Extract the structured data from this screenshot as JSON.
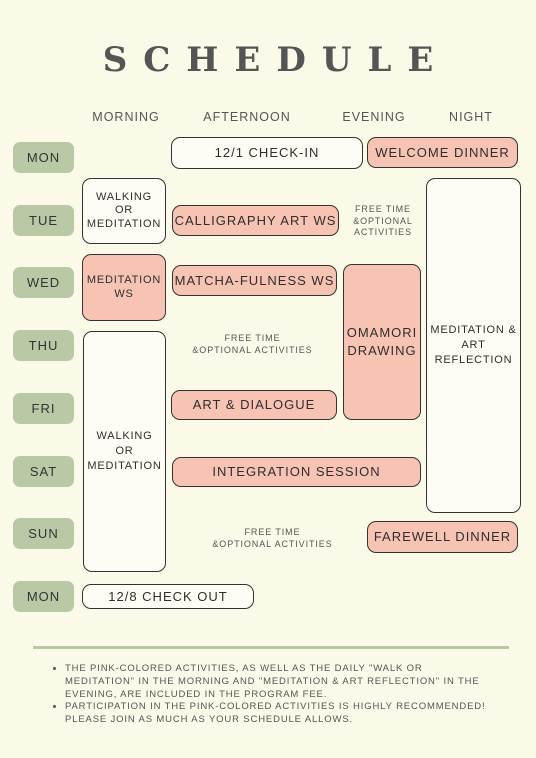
{
  "title": "SCHEDULE",
  "columns": [
    "MORNING",
    "AFTERNOON",
    "EVENING",
    "NIGHT"
  ],
  "days": [
    "MON",
    "TUE",
    "WED",
    "THU",
    "FRI",
    "SAT",
    "SUN",
    "MON"
  ],
  "events": {
    "checkin": "12/1 CHECK-IN",
    "welcome_dinner": "WELCOME DINNER",
    "walking_tue": [
      "WALKING",
      "OR",
      "MEDITATION"
    ],
    "calligraphy": "CALLIGRAPHY ART WS",
    "free_tue": [
      "FREE TIME",
      "&OPTIONAL",
      "ACTIVITIES"
    ],
    "meditation_art": [
      "MEDITATION &",
      "ART",
      "REFLECTION"
    ],
    "meditation_ws": [
      "MEDITATION",
      "WS"
    ],
    "matcha": "MATCHA-FULNESS WS",
    "omamori": [
      "OMAMORI",
      "DRAWING"
    ],
    "free_thu": [
      "FREE TIME",
      "&OPTIONAL ACTIVITIES"
    ],
    "walking_thu": [
      "WALKING",
      "OR",
      "MEDITATION"
    ],
    "art_dialogue": "ART & DIALOGUE",
    "integration": "INTEGRATION SESSION",
    "free_sun": [
      "FREE TIME",
      "&OPTIONAL ACTIVITIES"
    ],
    "farewell": "FAREWELL DINNER",
    "checkout": "12/8 CHECK OUT"
  },
  "notes": [
    "THE PINK-COLORED ACTIVITIES, AS WELL AS THE DAILY \"WALK OR MEDITATION\" IN THE MORNING AND \"MEDITATION & ART REFLECTION\" IN THE EVENING, ARE INCLUDED IN THE PROGRAM FEE.",
    "PARTICIPATION IN THE PINK-COLORED ACTIVITIES IS HIGHLY RECOMMENDED! PLEASE JOIN AS MUCH AS YOUR SCHEDULE ALLOWS."
  ],
  "colors": {
    "background": "#fbf9e8",
    "day_badge": "#b9c9a6",
    "activity_pink": "#f7c3b3",
    "border": "#333333"
  }
}
